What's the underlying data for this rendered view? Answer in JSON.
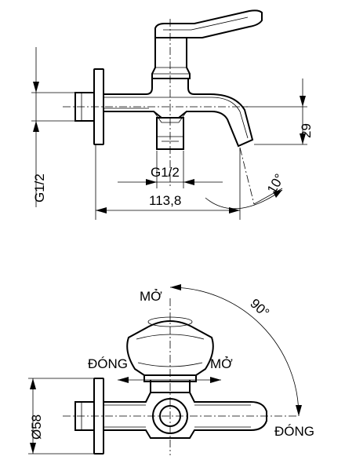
{
  "side_view": {
    "thread_vertical": "G1/2",
    "thread_horizontal": "G1/2",
    "length": "113,8",
    "height": "29",
    "angle": "10°"
  },
  "top_view": {
    "diameter": "Ø58",
    "label_open_top": "MỞ",
    "label_close_left": "ĐÓNG",
    "label_open_right": "MỞ",
    "label_close_bottom": "ĐÓNG",
    "rotation_angle": "90°"
  }
}
